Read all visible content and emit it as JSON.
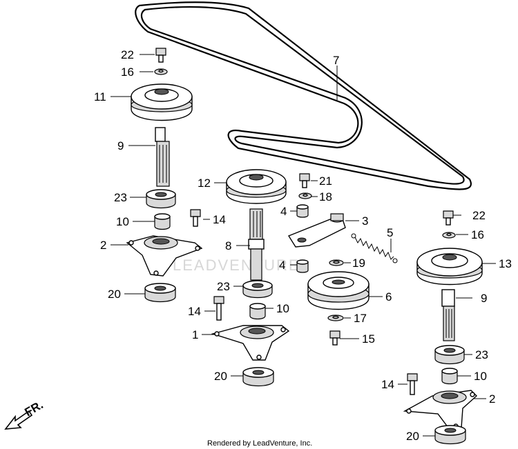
{
  "callouts": {
    "c1": "1",
    "c2a": "2",
    "c2b": "2",
    "c3": "3",
    "c4a": "4",
    "c4b": "4",
    "c5": "5",
    "c6": "6",
    "c7": "7",
    "c8": "8",
    "c9a": "9",
    "c9b": "9",
    "c10a": "10",
    "c10b": "10",
    "c10c": "10",
    "c11": "11",
    "c12": "12",
    "c13": "13",
    "c14a": "14",
    "c14b": "14",
    "c14c": "14",
    "c15": "15",
    "c16a": "16",
    "c16b": "16",
    "c17": "17",
    "c18": "18",
    "c19": "19",
    "c20a": "20",
    "c20b": "20",
    "c20c": "20",
    "c21": "21",
    "c22a": "22",
    "c22b": "22",
    "c23a": "23",
    "c23b": "23",
    "c23c": "23"
  },
  "direction_label": "FR.",
  "footer": "Rendered by LeadVenture, Inc.",
  "watermark": "LEADVENTURE"
}
